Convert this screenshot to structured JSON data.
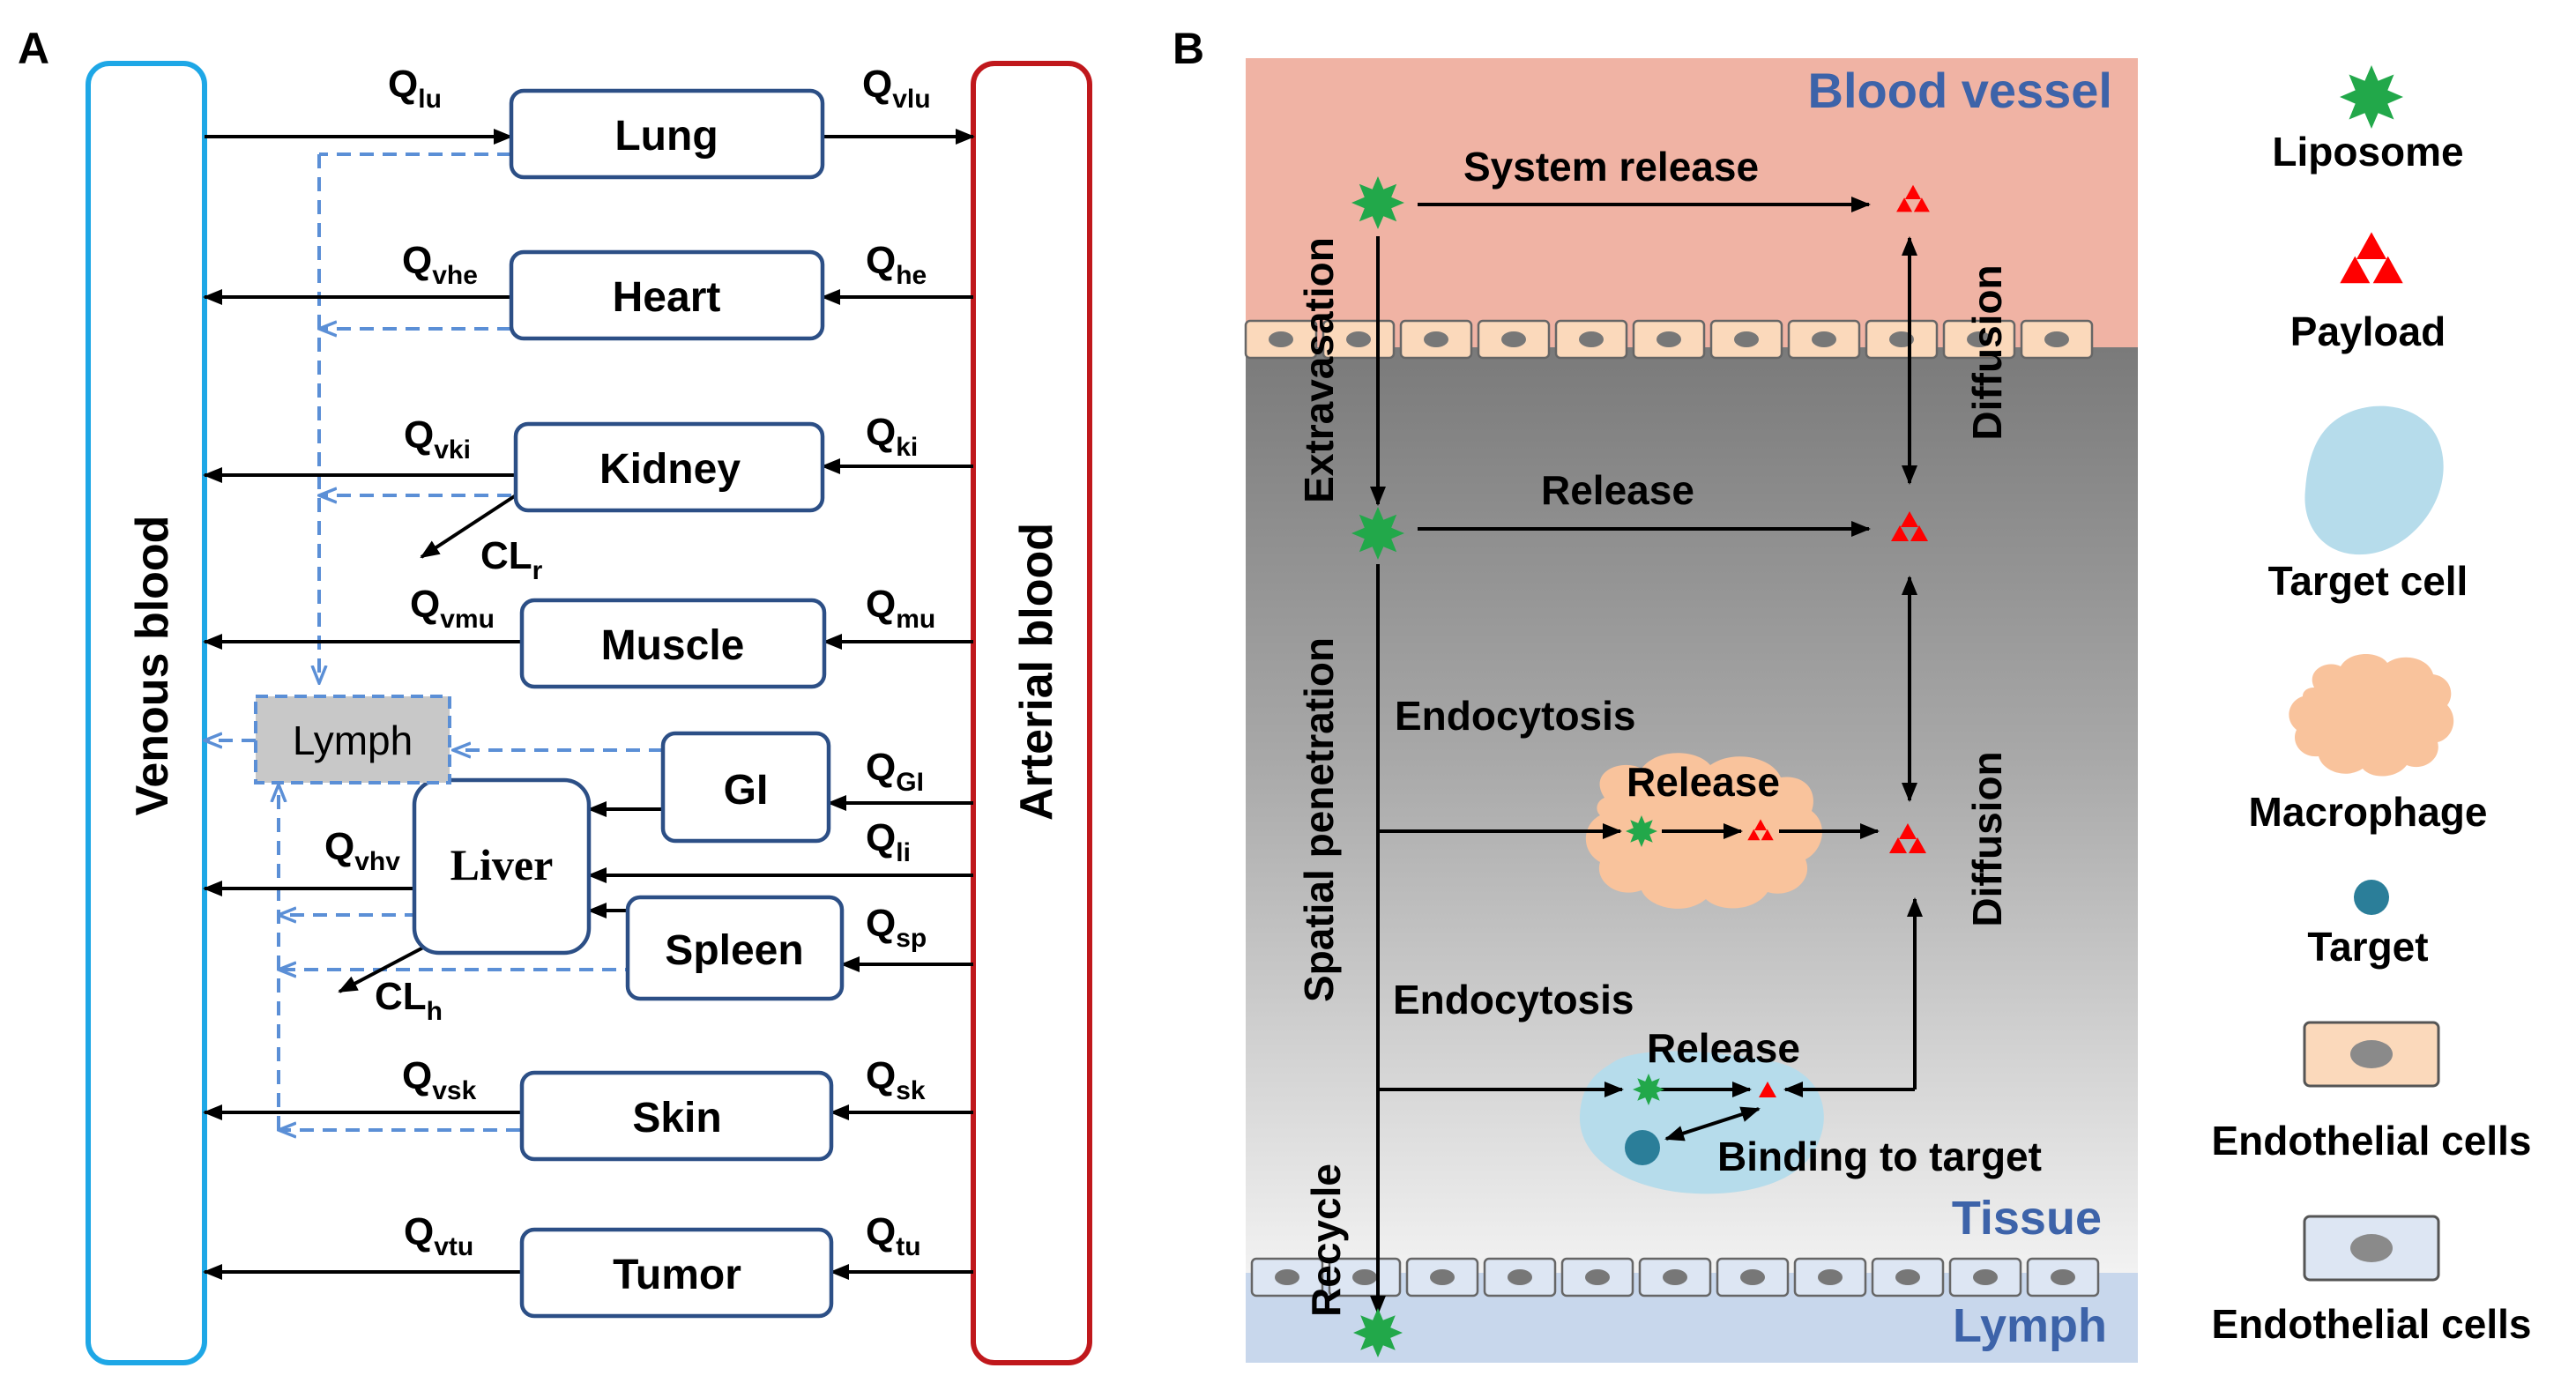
{
  "panelA": {
    "label": "A",
    "venous_label": "Venous blood",
    "arterial_label": "Arterial blood",
    "lymph_label": "Lymph",
    "organs": {
      "lung": "Lung",
      "heart": "Heart",
      "kidney": "Kidney",
      "muscle": "Muscle",
      "gi": "GI",
      "liver": "Liver",
      "spleen": "Spleen",
      "skin": "Skin",
      "tumor": "Tumor"
    },
    "flows": {
      "qlu": {
        "main": "Q",
        "sub": "lu"
      },
      "qvlu": {
        "main": "Q",
        "sub": "vlu"
      },
      "qvhe": {
        "main": "Q",
        "sub": "vhe"
      },
      "qhe": {
        "main": "Q",
        "sub": "he"
      },
      "qvki": {
        "main": "Q",
        "sub": "vki"
      },
      "qki": {
        "main": "Q",
        "sub": "ki"
      },
      "clr": {
        "main": "CL",
        "sub": "r"
      },
      "qvmu": {
        "main": "Q",
        "sub": "vmu"
      },
      "qmu": {
        "main": "Q",
        "sub": "mu"
      },
      "qgi": {
        "main": "Q",
        "sub": "GI"
      },
      "qli": {
        "main": "Q",
        "sub": "li"
      },
      "qvhv": {
        "main": "Q",
        "sub": "vhv"
      },
      "qsp": {
        "main": "Q",
        "sub": "sp"
      },
      "clh": {
        "main": "CL",
        "sub": "h"
      },
      "qvsk": {
        "main": "Q",
        "sub": "vsk"
      },
      "qsk": {
        "main": "Q",
        "sub": "sk"
      },
      "qvtu": {
        "main": "Q",
        "sub": "vtu"
      },
      "qtu": {
        "main": "Q",
        "sub": "tu"
      }
    }
  },
  "panelB": {
    "label": "B",
    "blood_vessel": "Blood vessel",
    "tissue": "Tissue",
    "lymph": "Lymph",
    "system_release": "System release",
    "extravasation": "Extravasation",
    "diffusion_top": "Diffusion",
    "release_1": "Release",
    "spatial_penetration": "Spatial penetration",
    "endocytosis_1": "Endocytosis",
    "release_2": "Release",
    "diffusion_bottom": "Diffusion",
    "endocytosis_2": "Endocytosis",
    "release_3": "Release",
    "binding": "Binding to target",
    "recycle": "Recycle"
  },
  "legend": {
    "liposome": "Liposome",
    "payload": "Payload",
    "target_cell": "Target cell",
    "macrophage": "Macrophage",
    "target": "Target",
    "endothelial_1": "Endothelial cells",
    "endothelial_2": "Endothelial cells"
  },
  "colors": {
    "venous": "#1ea7e6",
    "arterial": "#c0181c",
    "organ_border": "#2c4f86",
    "lymph_dash": "#5b8fd6",
    "liposome": "#22a84a",
    "payload": "#ff0000",
    "blood": "#f0b3a4",
    "endothelial_blood": "#fbd9bb",
    "endothelial_lymph": "#dde6f3",
    "target_cell": "#b6dceb",
    "macrophage": "#f9c39c",
    "target": "#2b7e99",
    "title_blue": "#3d63a9"
  }
}
